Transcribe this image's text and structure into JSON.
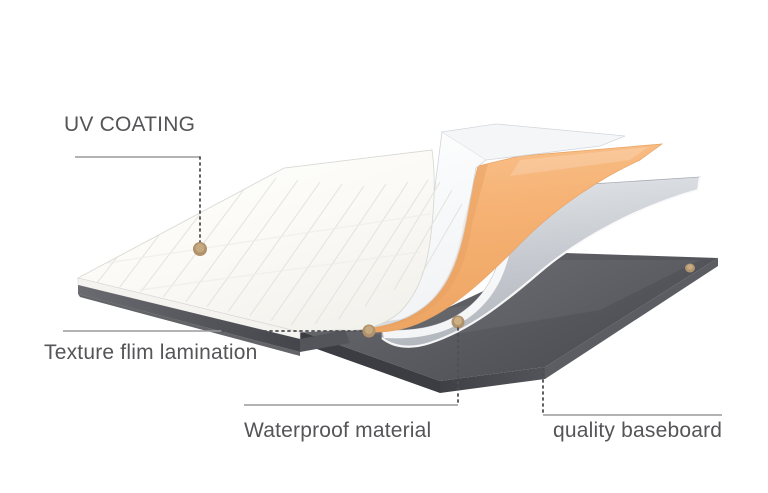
{
  "diagram": {
    "title": "Flooring layer structure exploded diagram",
    "type": "layered-product-cutaway",
    "background_color": "#ffffff",
    "labels": [
      {
        "id": "uv_coating",
        "text": "UV COATING",
        "leader": "horizontal-solid-then-vertical-dotted-down-to-marker"
      },
      {
        "id": "texture_film",
        "text": "Texture flim lamination",
        "leader": "horizontal-solid-then-horizontal-dotted-right-to-marker"
      },
      {
        "id": "waterproof",
        "text": "Waterproof material",
        "leader": "vertical-dotted-up-to-marker-then-horizontal-solid-left"
      },
      {
        "id": "baseboard",
        "text": "quality baseboard",
        "leader": "vertical-dotted-up-to-edge-then-horizontal-solid-right"
      }
    ],
    "layers": [
      {
        "name": "UV coating",
        "color": "#fdfcf8",
        "description": "translucent glossy top film with diagonal texture lines"
      },
      {
        "name": "Texture film lamination",
        "color": "#f7f6f2",
        "description": "white textured decor sheet"
      },
      {
        "name": "Waterproof material",
        "color": "#f6b375",
        "description": "orange waterproof core layer"
      },
      {
        "name": "Grey underlayer",
        "color": "#c9cdd2",
        "description": "light grey intermediate sheet"
      },
      {
        "name": "Quality baseboard",
        "color": "#58585e",
        "description": "dark grey rigid base panel"
      }
    ],
    "markers": {
      "color": "#b3946e",
      "count": 4
    },
    "leader_line": {
      "solid_color": "#9a9a9e",
      "dotted_color": "#58585e"
    }
  }
}
